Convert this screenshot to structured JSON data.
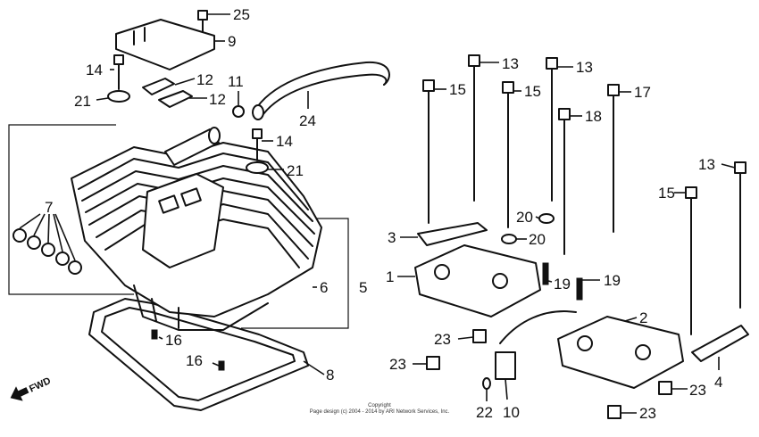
{
  "callouts": {
    "c1": "1",
    "c2": "2",
    "c3": "3",
    "c4": "4",
    "c5": "5",
    "c6": "6",
    "c7": "7",
    "c8": "8",
    "c9": "9",
    "c10": "10",
    "c11": "11",
    "c12a": "12",
    "c12b": "12",
    "c13a": "13",
    "c13b": "13",
    "c13c": "13",
    "c14a": "14",
    "c14b": "14",
    "c15a": "15",
    "c15b": "15",
    "c15c": "15",
    "c16a": "16",
    "c16b": "16",
    "c17": "17",
    "c18": "18",
    "c19a": "19",
    "c19b": "19",
    "c20a": "20",
    "c20b": "20",
    "c21a": "21",
    "c21b": "21",
    "c22": "22",
    "c23a": "23",
    "c23b": "23",
    "c23c": "23",
    "c23d": "23",
    "c24": "24",
    "c25": "25"
  },
  "fwd_label": "FWD",
  "copyright": {
    "line1": "Copyright",
    "line2": "Page design (c) 2004 - 2014 by ARI Network Services, Inc."
  },
  "icons": {
    "fwd": "fwd-arrow-icon"
  }
}
